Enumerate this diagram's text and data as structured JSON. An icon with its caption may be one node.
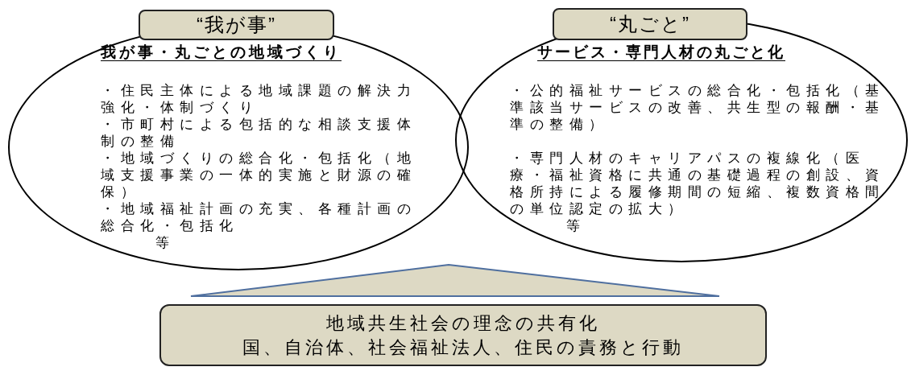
{
  "diagram": {
    "nodes": [
      {
        "text": [
          "我が事・丸ごとの地域づくり",
          "・住民主体による地域課題の解決力強化・体制づくり",
          "・市町村による包括的な相談支援体制の整備",
          "・地域づくりの総合化・包括化（地域支援事業の一体的実施と財源の確保）",
          "・地域福祉計画の充実、各種計画の総合化・包括化",
          "等"
        ]
      },
      {
        "text": [
          "“我が事”"
        ]
      },
      {
        "text": [
          "サービス・専門人材の丸ごと化",
          "・公的福祉サービスの総合化・包括化（基準該当サービスの改善、共生型の報酬・基準の整備）",
          "・専門人材のキャリアパスの複線化（医療・福祉資格に共通の基礎過程の創設、資格所持による履修期間の短縮、複数資格間の単位認定の拡大）",
          "等"
        ]
      },
      {
        "text": [
          "“丸ごと”"
        ]
      },
      {
        "text": [],
        "shape": "triangle"
      },
      {
        "text": [
          "地域共生社会の理念の共有化",
          "国、自治体、社会福祉法人、住民の責務と行動"
        ]
      }
    ]
  }
}
